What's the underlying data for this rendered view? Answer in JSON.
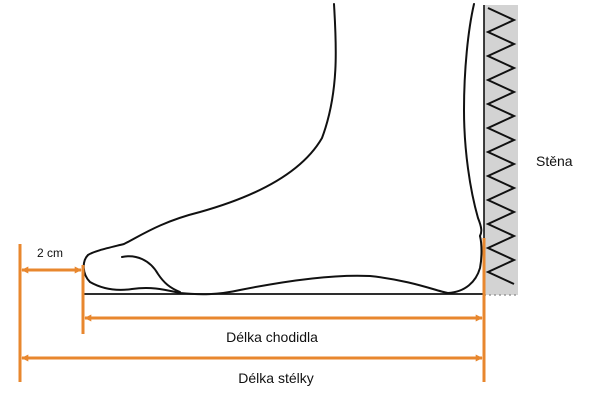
{
  "labels": {
    "wall": "Stěna",
    "allowance": "2 cm",
    "foot_length": "Délka chodidla",
    "insole_length": "Délka stélky"
  },
  "colors": {
    "dimension_line": "#e8872e",
    "outline": "#111111",
    "wall_fill": "#d3d3d3"
  }
}
